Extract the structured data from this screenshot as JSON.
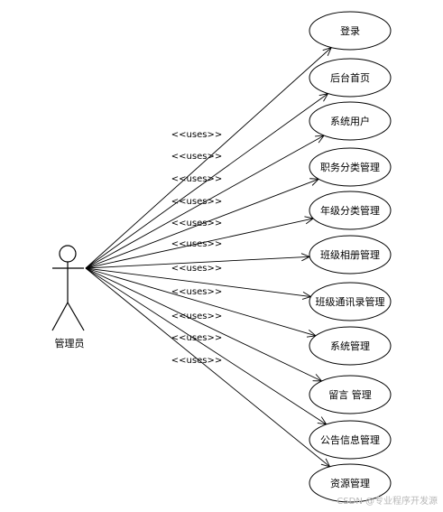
{
  "actor": {
    "name": "管理员"
  },
  "relation_label": "<<uses>>",
  "use_cases": [
    "登录",
    "后台首页",
    "系统用户",
    "职务分类管理",
    "年级分类管理",
    "班级相册管理",
    "班级通讯录管理",
    "系统管理",
    "留言 管理",
    "公告信息管理",
    "资源管理"
  ],
  "watermark": "CSDN @专业程序开发源"
}
